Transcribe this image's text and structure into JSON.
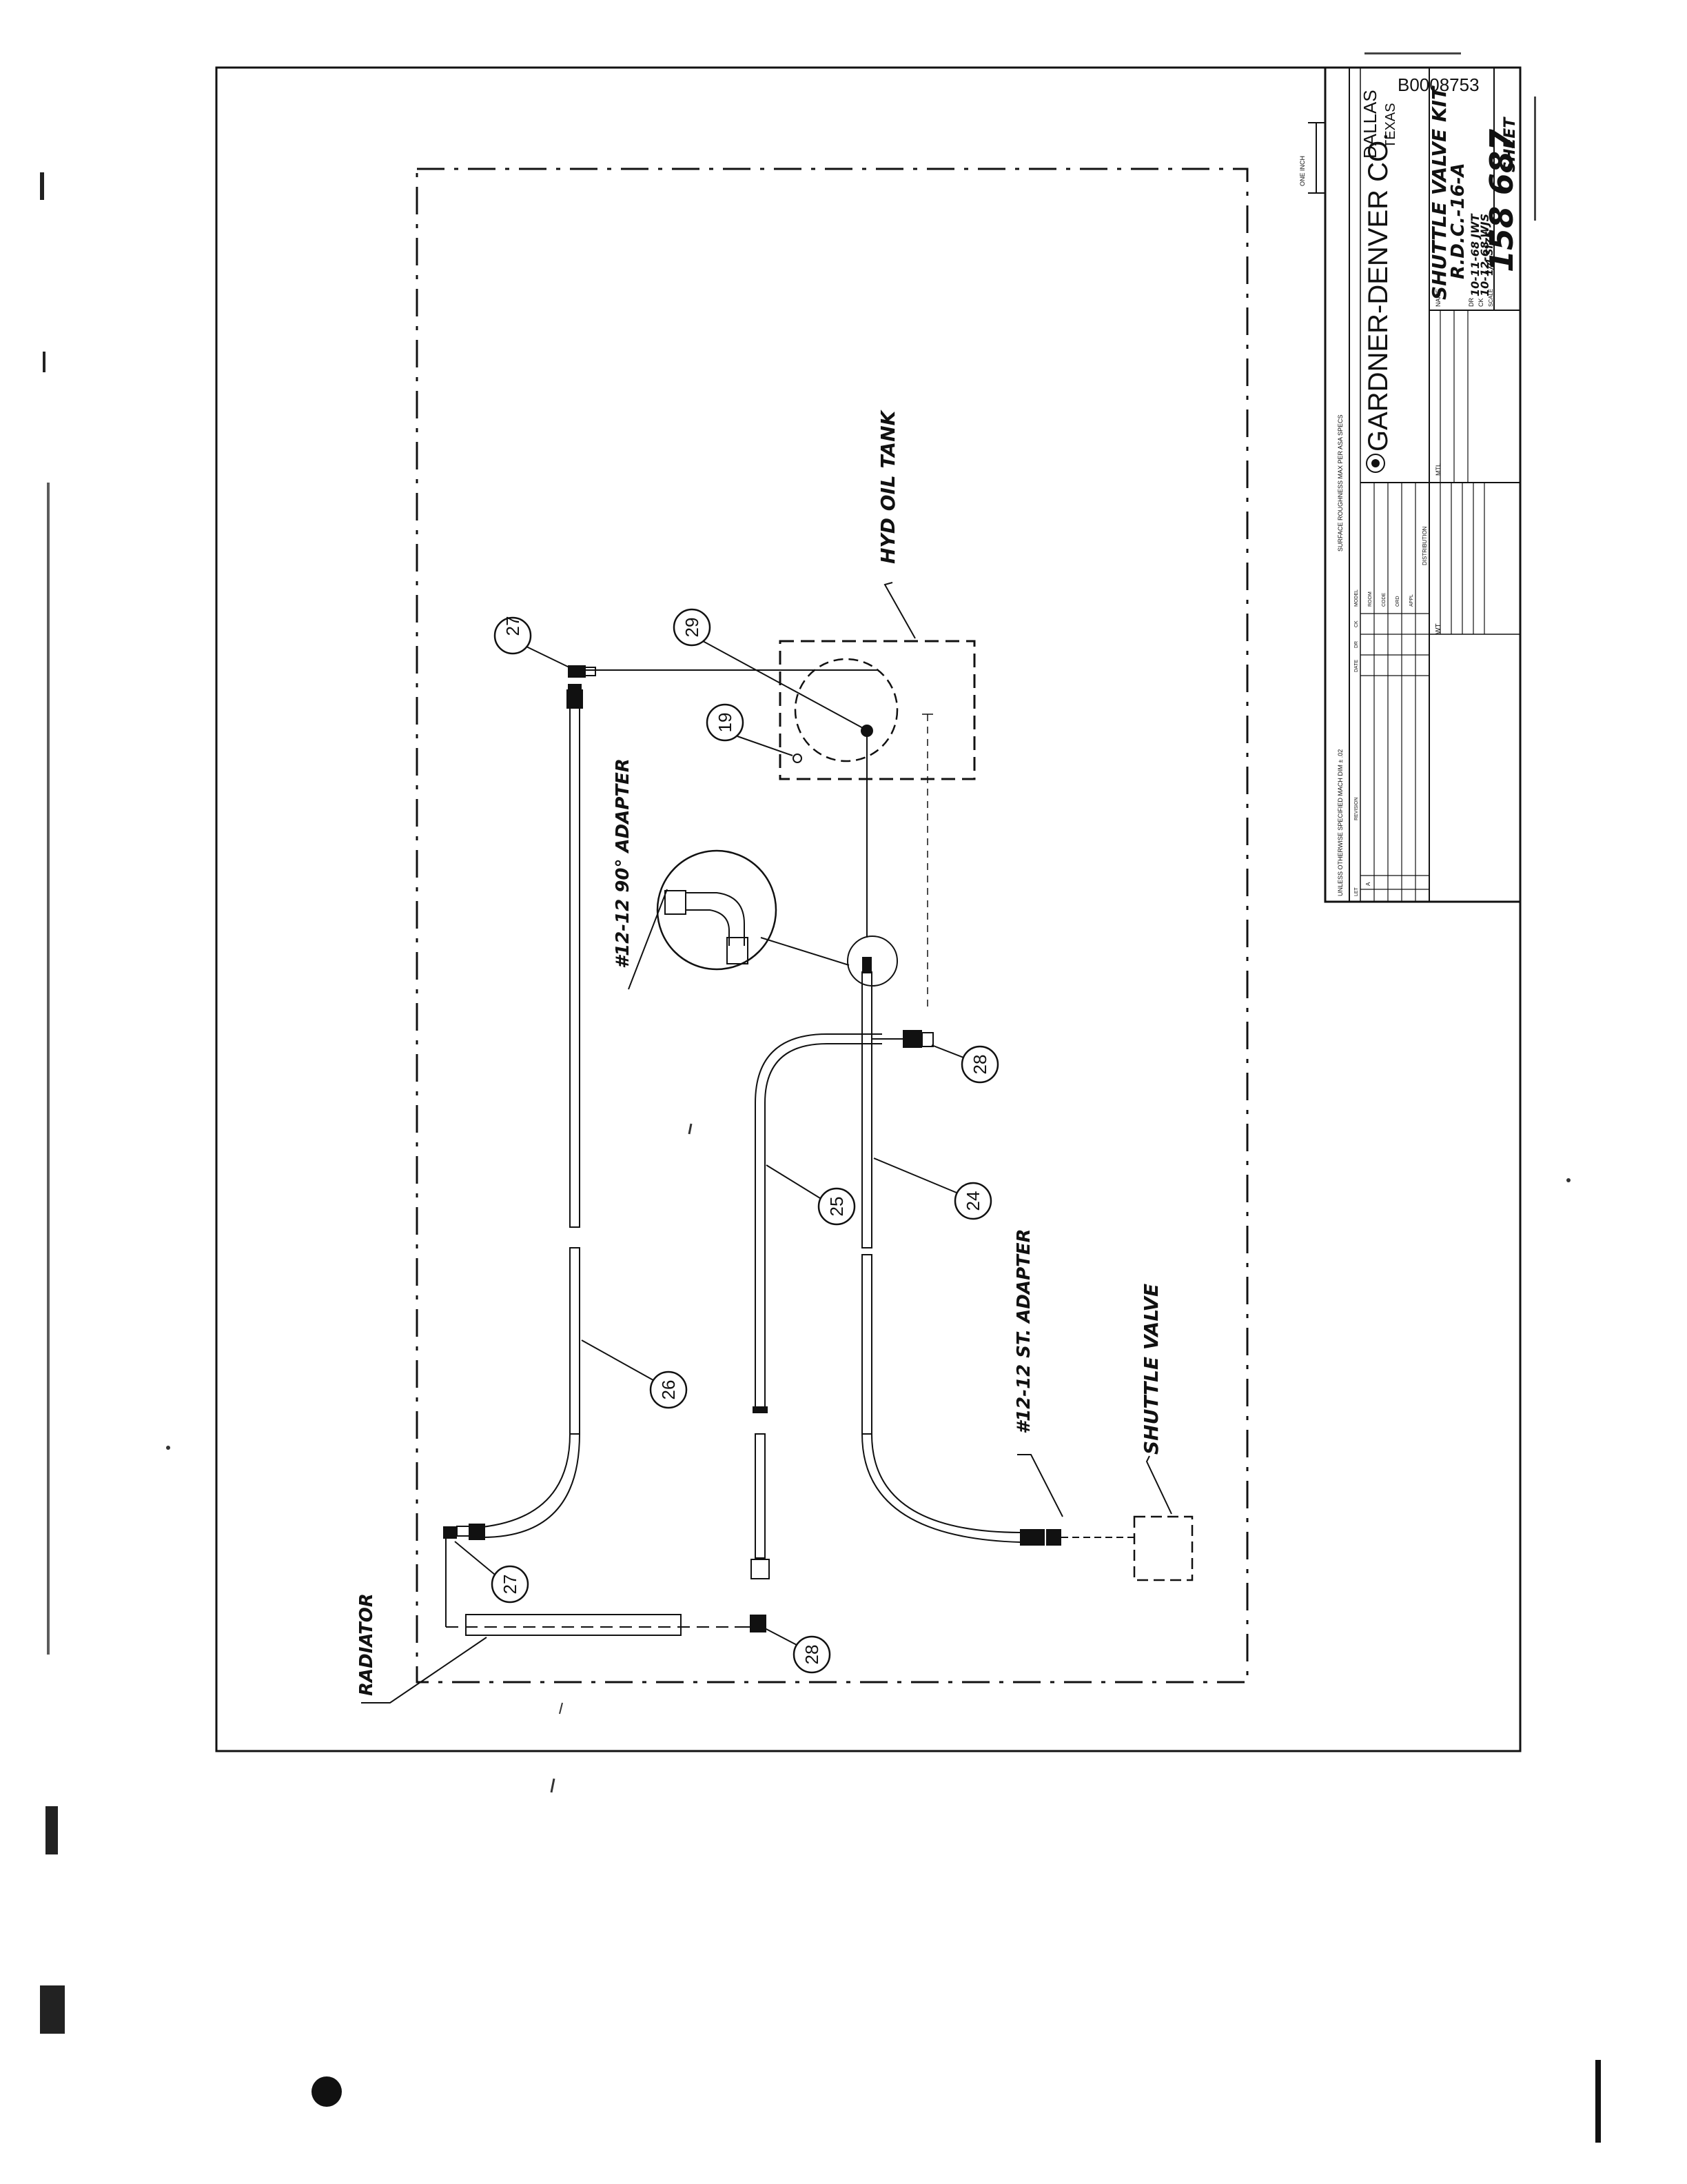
{
  "document_id": "B0008753",
  "title_block": {
    "company": "GARDNER-DENVER CO.",
    "location_city": "DALLAS",
    "location_state": "TEXAS",
    "name_label": "NAME",
    "name_value": "SHUTTLE VALVE KIT",
    "name_value_2": "R.D.C.-16-A",
    "mtl_label": "MTL",
    "dr_label": "DR",
    "dr_value": "10-11-68",
    "dr_init": "JWT",
    "ck_label": "CK",
    "ck_value": "10-12-68",
    "ck_init": "WJS",
    "scale_label": "SCALE",
    "scale_value": "1/4 SIZE",
    "drawing_number": "158 687",
    "sheet_label": "SHEET",
    "wt_label": "WT",
    "distribution_label": "DISTRIBUTION",
    "one_inch_label": "ONE INCH",
    "surface_note": "SURFACE ROUGHNESS MAX PER ASA SPECS",
    "tolerance_note": "UNLESS OTHERWISE SPECIFIED  MACH DIM ± .02",
    "rev_headers": [
      "LET",
      "REVISION",
      "DATE",
      "DR",
      "CK"
    ],
    "rev_letter": "A",
    "model_labels": [
      "MODEL",
      "ROOM",
      "CODE",
      "ORD",
      "APPL"
    ]
  },
  "diagram": {
    "callouts": [
      "27",
      "29",
      "19",
      "28",
      "25",
      "24",
      "26",
      "27",
      "28"
    ],
    "labels": {
      "hyd_oil_tank": "HYD OIL TANK",
      "adapter_90": "#12-12 90° ADAPTER",
      "adapter_st": "#12-12 ST. ADAPTER",
      "shuttle_valve": "SHUTTLE VALVE",
      "radiator": "RADIATOR"
    }
  }
}
